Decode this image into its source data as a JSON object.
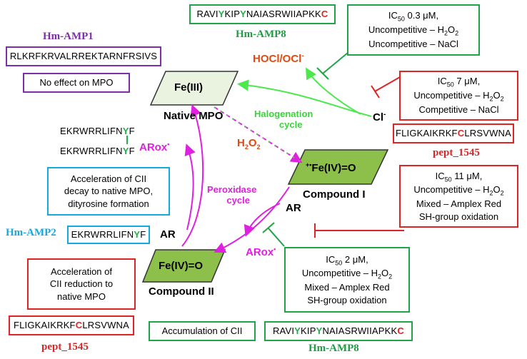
{
  "colors": {
    "green": "#21a34a",
    "red": "#e02424",
    "purple": "#7b2fa8",
    "blue": "#19a7e0",
    "magenta": "#e020e0",
    "lime": "#4de84d",
    "orange": "#e04a10"
  },
  "labels": {
    "hm_amp1": "Hm-AMP1",
    "hm_amp1_seq": "RLKRFKRVALRREKTARNFRSIVS",
    "hm_amp1_effect": "No effect on MPO",
    "hm_amp8_top": "Hm-AMP8",
    "hm_amp8_bottom": "Hm-AMP8",
    "hm_amp2": "Hm-AMP2",
    "pept_right": "pept_1545",
    "pept_bottom": "pept_1545",
    "hocl": "HOCl/OCl",
    "hocl_sup": "-",
    "cl": "Cl",
    "cl_sup": "-",
    "h2o2": "H",
    "h2o2_sub1": "2",
    "h2o2_o": "O",
    "h2o2_sub2": "2",
    "native_mpo": "Native MPO",
    "fe3": "Fe(III)",
    "compound1_state": "Fe(IV)=O",
    "compound1_sup": "+•",
    "compound1": "Compound I",
    "compound2_state": "Fe(IV)=O",
    "compound2": "Compound II",
    "halogenation": "Halogenation",
    "halogenation2": "cycle",
    "peroxidase": "Peroxidase",
    "peroxidase2": "cycle",
    "ar_right": "AR",
    "ar_left": "AR",
    "arox_top": "ARox",
    "arox_top_sup": "•",
    "arox_bottom": "ARox",
    "arox_bottom_sup": "•",
    "dimer_line1_pre": "EKRWRRLIFN",
    "dimer_line1_y": "Y",
    "dimer_line1_post": "F",
    "dimer_line2_pre": "EKRWRRLIFN",
    "dimer_line2_y": "Y",
    "dimer_line2_post": "F"
  },
  "sequences": {
    "hm_amp8_top": {
      "a": "RAVI",
      "y1": "Y",
      "b": "KIP",
      "y2": "Y",
      "c": "NAIASRWIIAPKK",
      "cys": "C"
    },
    "hm_amp8_bottom": {
      "a": "RAVI",
      "y1": "Y",
      "b": "KIP",
      "y2": "Y",
      "c": "NAIASRWIIAPKK",
      "cys": "C"
    },
    "pept_right": {
      "a": "FLIGKAIKRKF",
      "cys": "C",
      "b": "LRSVWNA"
    },
    "pept_bottom": {
      "a": "FLIGKAIKRKF",
      "cys": "C",
      "b": "LRSVWNA"
    },
    "hm_amp2": {
      "a": "EKRWRRLIFN",
      "y": "Y",
      "b": "F"
    }
  },
  "boxes": {
    "top_green": {
      "l1_pre": "IC",
      "l1_sub": "50",
      "l1_post": " 0.3 μM,",
      "l2_pre": "Uncompetitive – H",
      "l2_sub": "2",
      "l2_mid": "O",
      "l2_sub2": "2",
      "l3": "Uncompetitive – NaCl"
    },
    "right_red1": {
      "l1_pre": "IC",
      "l1_sub": "50",
      "l1_post": " 7 μM,",
      "l2_pre": "Uncompetitive – H",
      "l2_sub": "2",
      "l2_mid": "O",
      "l2_sub2": "2",
      "l3": "Competitive – NaCl"
    },
    "right_red2": {
      "l1_pre": "IC",
      "l1_sub": "50",
      "l1_post": " 11 μM,",
      "l2_pre": "Uncompetitive – H",
      "l2_sub": "2",
      "l2_mid": "O",
      "l2_sub2": "2",
      "l3": "Mixed – Amplex Red",
      "l4": "SH-group oxidation"
    },
    "bottom_green": {
      "l1_pre": "IC",
      "l1_sub": "50",
      "l1_post": " 2 μM,",
      "l2_pre": "Uncompetitive – H",
      "l2_sub": "2",
      "l2_mid": "O",
      "l2_sub2": "2",
      "l3": "Mixed – Amplex Red",
      "l4": "SH-group oxidation"
    },
    "blue_effect": {
      "l1": "Acceleration of CII",
      "l2": "decay to native MPO,",
      "l3": "dityrosine formation"
    },
    "red_left": {
      "l1": "Acceleration of",
      "l2": "CII reduction to",
      "l3": "native MPO"
    },
    "accumulation": "Accumulation of CII"
  }
}
